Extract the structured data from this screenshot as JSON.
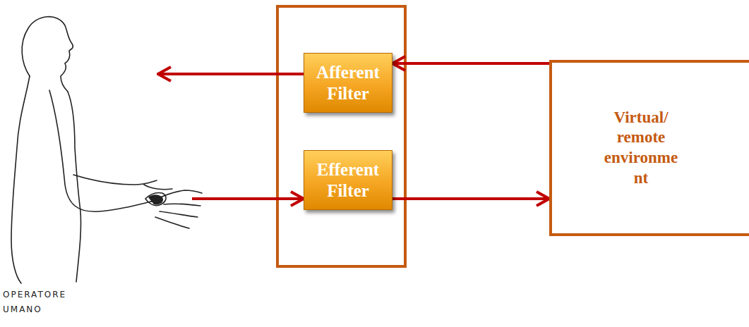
{
  "diagram": {
    "nodes": [
      {
        "text": [
          "OPERATORE UMANO"
        ]
      },
      {
        "text": [
          "Afferent Filter"
        ]
      },
      {
        "text": [
          "Efferent Filter"
        ]
      },
      {
        "text": [
          "Virtual/ remote environment"
        ]
      }
    ],
    "edges": [
      {
        "from": 3,
        "to": 1,
        "arrow": "to"
      },
      {
        "from": 1,
        "to": 0,
        "arrow": "to"
      },
      {
        "from": 0,
        "to": 2,
        "arrow": "to"
      },
      {
        "from": 2,
        "to": 3,
        "arrow": "to"
      }
    ]
  }
}
